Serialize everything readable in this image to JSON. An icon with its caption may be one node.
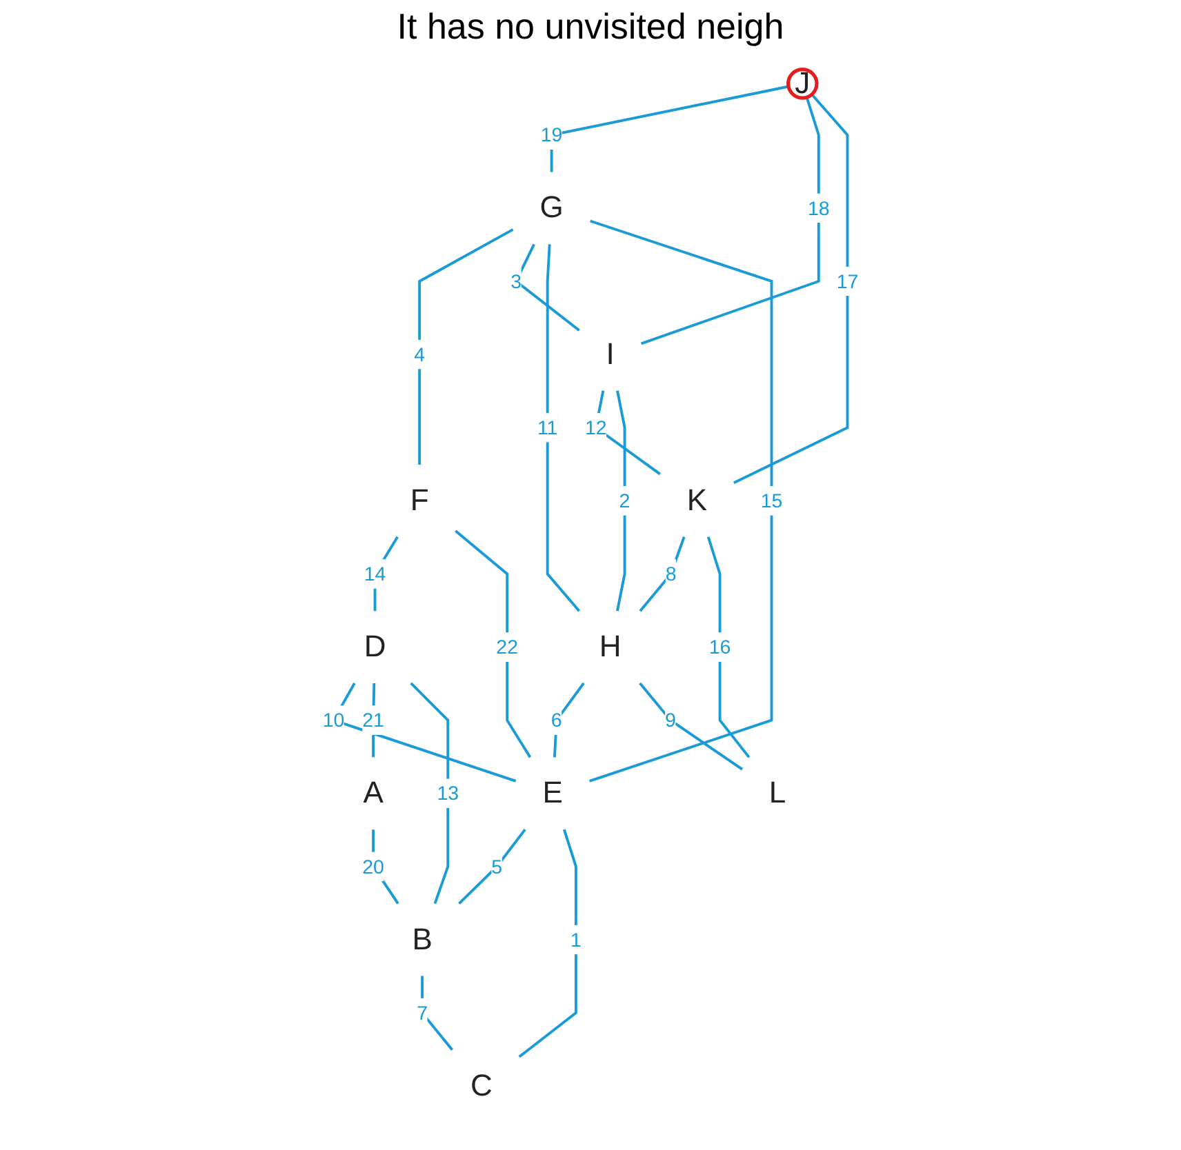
{
  "diagram": {
    "nodes": [
      {
        "text": [
          "J"
        ]
      },
      {
        "text": [
          "G"
        ]
      },
      {
        "text": [
          "K"
        ]
      },
      {
        "text": [
          "F"
        ]
      },
      {
        "text": [
          "I"
        ]
      },
      {
        "text": [
          "H"
        ]
      },
      {
        "text": [
          "D"
        ]
      },
      {
        "text": [
          "L"
        ]
      },
      {
        "text": [
          "E"
        ]
      },
      {
        "text": [
          "A"
        ]
      },
      {
        "text": [
          "B"
        ]
      },
      {
        "text": [
          "C"
        ]
      }
    ],
    "edges": [
      {
        "from": 0,
        "to": 1,
        "arrow": "none",
        "label": "19"
      },
      {
        "from": 0,
        "to": 4,
        "arrow": "none",
        "label": "18"
      },
      {
        "from": 0,
        "to": 2,
        "arrow": "none",
        "label": "17"
      },
      {
        "from": 1,
        "to": 3,
        "arrow": "none",
        "label": "4"
      },
      {
        "from": 1,
        "to": 4,
        "arrow": "none",
        "label": "3"
      },
      {
        "from": 4,
        "to": 2,
        "arrow": "none",
        "label": "12"
      },
      {
        "from": 1,
        "to": 5,
        "arrow": "none",
        "label": "11"
      },
      {
        "from": 4,
        "to": 5,
        "arrow": "none",
        "label": "2"
      },
      {
        "from": 2,
        "to": 5,
        "arrow": "none",
        "label": "8"
      },
      {
        "from": 2,
        "to": 7,
        "arrow": "none",
        "label": "16"
      },
      {
        "from": 3,
        "to": 6,
        "arrow": "none",
        "label": "14"
      },
      {
        "from": 3,
        "to": 8,
        "arrow": "none",
        "label": "22"
      },
      {
        "from": 1,
        "to": 8,
        "arrow": "none",
        "label": "15"
      },
      {
        "from": 5,
        "to": 8,
        "arrow": "none",
        "label": "6"
      },
      {
        "from": 5,
        "to": 7,
        "arrow": "none",
        "label": "9"
      },
      {
        "from": 6,
        "to": 8,
        "arrow": "none",
        "label": "10"
      },
      {
        "from": 6,
        "to": 9,
        "arrow": "none",
        "label": "21"
      },
      {
        "from": 6,
        "to": 10,
        "arrow": "none",
        "label": "13"
      },
      {
        "from": 8,
        "to": 10,
        "arrow": "none",
        "label": "5"
      },
      {
        "from": 8,
        "to": 11,
        "arrow": "none",
        "label": "1"
      },
      {
        "from": 9,
        "to": 10,
        "arrow": "none",
        "label": "20"
      },
      {
        "from": 10,
        "to": 11,
        "arrow": "none",
        "label": "7"
      }
    ],
    "labels": [
      "It has no unvisited neigh"
    ]
  }
}
